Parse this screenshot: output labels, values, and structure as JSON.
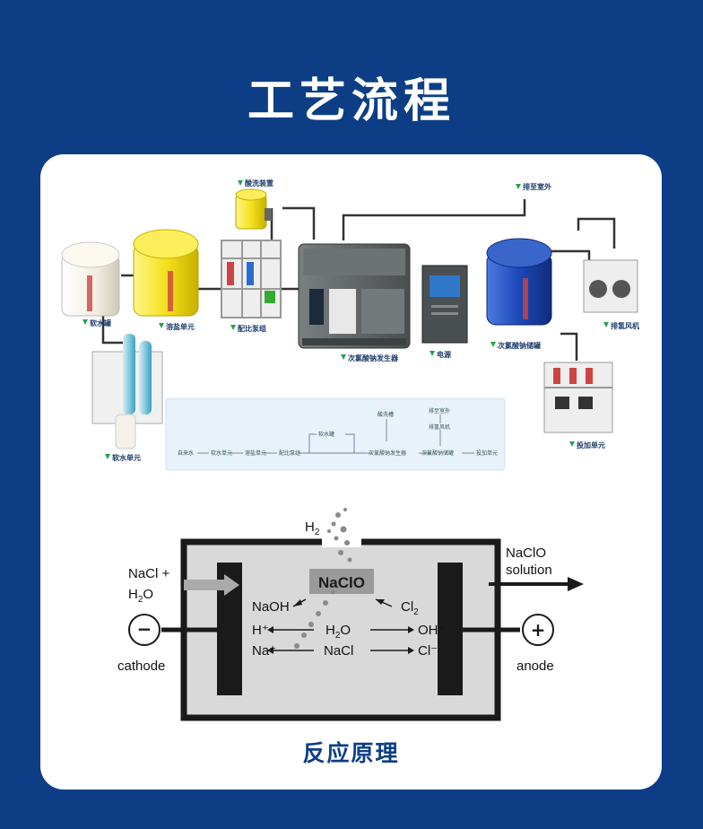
{
  "page": {
    "title": "工艺流程",
    "caption": "反应原理"
  },
  "equipment": {
    "acid_wash": "酸洗装置",
    "vent_outside": "排至室外",
    "soft_tank": "软水罐",
    "brine_unit": "溶盐单元",
    "ratio_pump": "配比泵组",
    "generator": "次氯酸钠发生器",
    "power": "电源",
    "storage_tank": "次氯酸钠储罐",
    "exhaust_fan": "排氢风机",
    "soft_unit": "软水单元",
    "dosing_unit": "投加单元"
  },
  "flow": {
    "tap_water": "自来水",
    "soft_unit": "软水单元",
    "brine_unit": "溶盐单元",
    "ratio_pump": "配比泵组",
    "soft_tank": "软水罐",
    "acid_wash": "酸洗槽",
    "generator": "次氯酸钠发生器",
    "storage_tank": "次氯酸钠储罐",
    "dosing_unit": "投加单元",
    "exhaust_fan": "排氢风机",
    "vent_outside": "排至室外"
  },
  "cell": {
    "h2": "H",
    "h2_sub": "2",
    "inlet_1": "NaCl +",
    "inlet_2": "H",
    "inlet_2_sub": "2",
    "inlet_2_tail": "O",
    "product": "NaClO",
    "outlet_1": "NaClO",
    "outlet_2": "solution",
    "naoh": "NaOH",
    "cl2": "Cl",
    "cl2_sub": "2",
    "h_plus": "H⁺",
    "h2o": "H",
    "h2o_sub": "2",
    "h2o_tail": "O",
    "oh_minus": "OH⁻",
    "na_plus": "Na⁺",
    "nacl": "NaCl",
    "cl_minus": "Cl⁻",
    "minus_sign": "−",
    "plus_sign": "+",
    "cathode": "cathode",
    "anode": "anode"
  },
  "colors": {
    "background": "#0d3e85",
    "card": "#ffffff",
    "tank_yellow": "#f4e11c",
    "tank_blue": "#1c48b8",
    "tank_white": "#f2ede2",
    "generator": "#5a5e5f",
    "label_marker": "#25a34a",
    "electrolyte": "#d9d9d9"
  }
}
